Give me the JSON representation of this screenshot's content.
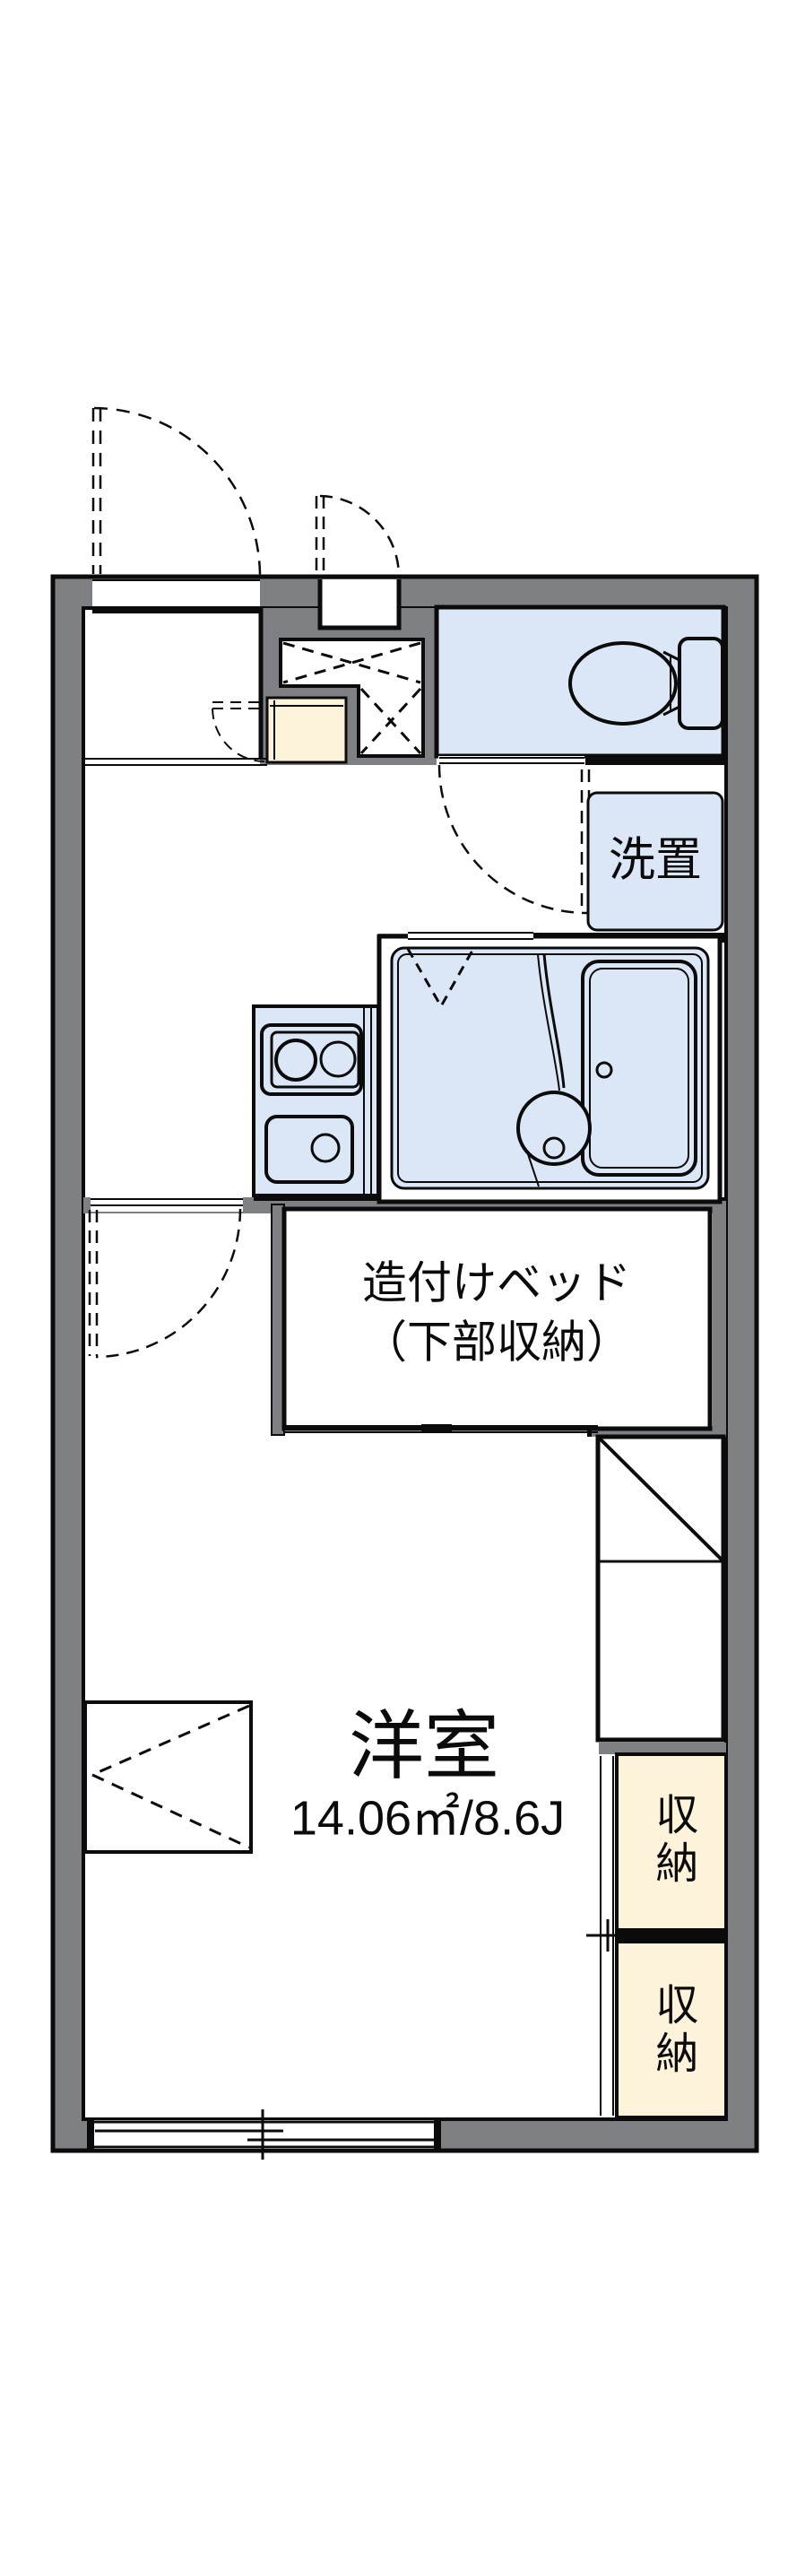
{
  "floorplan": {
    "rooms": {
      "laundry_label": "洗置",
      "bed_label_line1": "造付けベッド",
      "bed_label_line2": "（下部収納）",
      "main_room_name": "洋室",
      "main_room_size": "14.06㎡/8.6J",
      "closet_top_label": "収納",
      "closet_bottom_label": "収納"
    },
    "colors": {
      "wall_gray": "#7f8084",
      "wet_area_blue": "#dbe7f6",
      "storage_cream": "#fdf3da",
      "outline_black": "#0b0b0b"
    }
  }
}
